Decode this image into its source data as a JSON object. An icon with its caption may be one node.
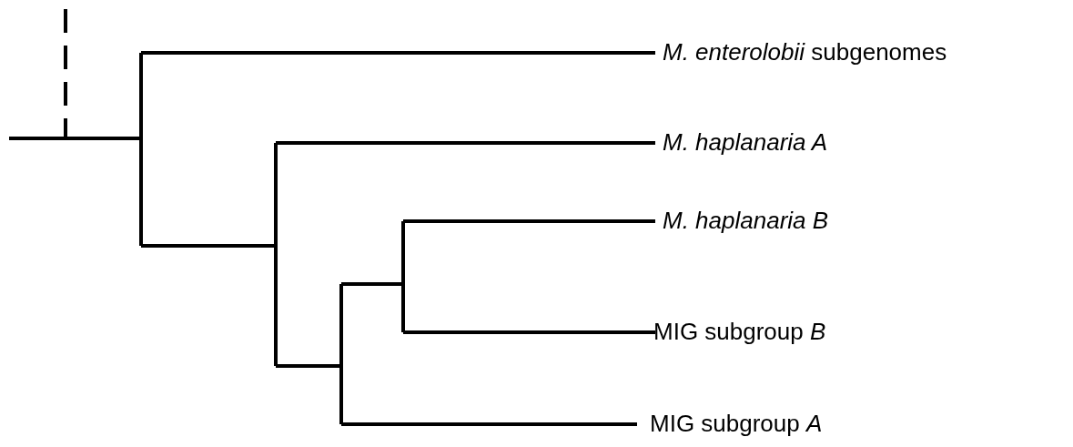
{
  "diagram": {
    "labels": [
      "*M. enterolobii* subgenomes",
      "M. haplanaria A",
      "M. haplanaria B",
      "MIG subgroup *B*",
      "MIG subgroup *A*"
    ]
  }
}
